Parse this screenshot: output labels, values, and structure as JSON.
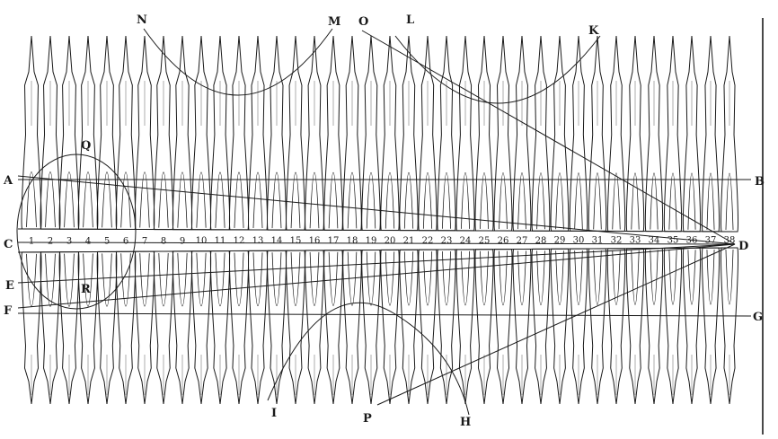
{
  "figure": {
    "point_labels": {
      "A": "A",
      "B": "B",
      "C": "C",
      "D": "D",
      "E": "E",
      "F": "F",
      "G": "G",
      "H": "H",
      "I": "I",
      "K": "K",
      "L": "L",
      "M": "M",
      "N": "N",
      "O": "O",
      "P": "P",
      "Q": "Q",
      "R": "R"
    },
    "numbers": [
      "1",
      "2",
      "3",
      "4",
      "5",
      "6",
      "7",
      "8",
      "9",
      "10",
      "11",
      "12",
      "13",
      "14",
      "15",
      "16",
      "17",
      "18",
      "19",
      "20",
      "21",
      "22",
      "23",
      "24",
      "25",
      "26",
      "27",
      "28",
      "29",
      "30",
      "31",
      "32",
      "33",
      "34",
      "35",
      "36",
      "37",
      "38"
    ],
    "colors": {
      "ink": "#1a1a1a",
      "paper": "#ffffff",
      "shade": "#9a9a9a"
    }
  }
}
